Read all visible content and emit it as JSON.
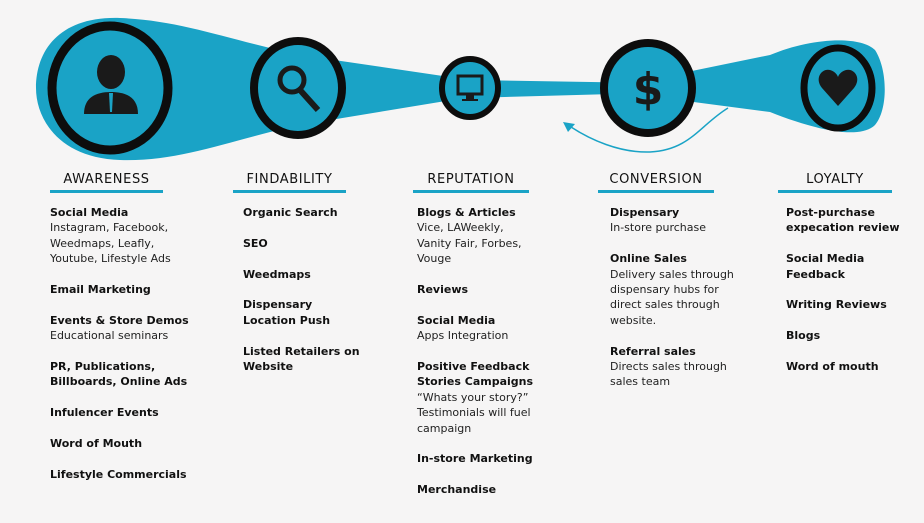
{
  "colors": {
    "teal": "#1aa3c6",
    "ring": "#0d0d0d",
    "icon": "#1a1a1a"
  },
  "stages": [
    {
      "title": "AWARENESS",
      "icon": "person-icon",
      "items": [
        {
          "title": "Social Media",
          "desc": "Instagram, Facebook,\nWeedmaps, Leafly,\nYoutube, Lifestyle Ads"
        },
        {
          "title": "Email Marketing"
        },
        {
          "title": "Events & Store Demos",
          "desc": "Educational seminars"
        },
        {
          "title": "PR, Publications,\nBillboards, Online Ads"
        },
        {
          "title": "Infulencer Events"
        },
        {
          "title": "Word of Mouth"
        },
        {
          "title": "Lifestyle Commercials"
        }
      ]
    },
    {
      "title": "FINDABILITY",
      "icon": "search-icon",
      "items": [
        {
          "title": "Organic Search"
        },
        {
          "title": "SEO"
        },
        {
          "title": "Weedmaps"
        },
        {
          "title": "Dispensary\nLocation Push"
        },
        {
          "title": "Listed Retailers on\nWebsite"
        }
      ]
    },
    {
      "title": "REPUTATION",
      "icon": "monitor-icon",
      "items": [
        {
          "title": "Blogs & Articles",
          "desc": "Vice, LAWeekly,\nVanity Fair, Forbes,\nVouge"
        },
        {
          "title": "Reviews"
        },
        {
          "title": "Social Media",
          "desc": "Apps Integration"
        },
        {
          "title": "Positive Feedback\nStories Campaigns",
          "desc": "“Whats your story?”\nTestimonials will fuel\ncampaign"
        },
        {
          "title": "In-store Marketing"
        },
        {
          "title": "Merchandise"
        }
      ]
    },
    {
      "title": "CONVERSION",
      "icon": "dollar-icon",
      "items": [
        {
          "title": "Dispensary",
          "desc": "In-store purchase"
        },
        {
          "title": "Online Sales",
          "desc": "Delivery sales through\ndispensary hubs for\ndirect sales through\nwebsite."
        },
        {
          "title": "Referral sales",
          "desc": "Directs sales through\nsales team"
        }
      ]
    },
    {
      "title": "LOYALTY",
      "icon": "heart-icon",
      "items": [
        {
          "title": "Post-purchase\nexpecation review"
        },
        {
          "title": "Social Media\nFeedback"
        },
        {
          "title": "Writing Reviews"
        },
        {
          "title": "Blogs"
        },
        {
          "title": "Word of mouth"
        }
      ]
    }
  ]
}
